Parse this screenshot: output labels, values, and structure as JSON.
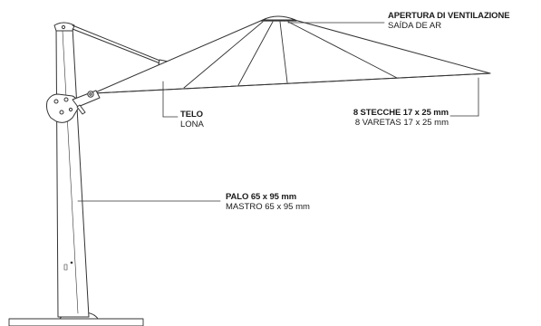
{
  "labels": {
    "vent": {
      "primary": "APERTURA DI VENTILAZIONE",
      "secondary": "SAÍDA DE AR"
    },
    "canopy": {
      "primary": "TELO",
      "secondary": "LONA"
    },
    "ribs": {
      "primary": "8 STECCHE  17 x 25 mm",
      "secondary": "8 VARETAS  17 x 25 mm"
    },
    "pole": {
      "primary": "PALO  65 x 95 mm",
      "secondary": "MASTRO  65 x 95 mm"
    }
  },
  "colors": {
    "line": "#333333",
    "fill": "#ffffff",
    "text": "#1a1a1a"
  }
}
